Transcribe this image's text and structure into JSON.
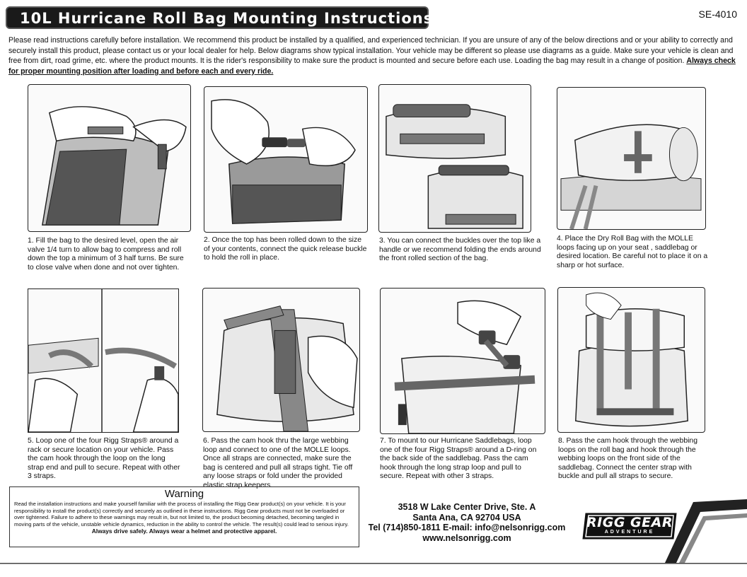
{
  "header": {
    "title": "10L Hurricane Roll Bag Mounting Instructions",
    "doc_code": "SE-4010"
  },
  "intro": {
    "text": "Please read instructions carefully before installation. We recommend this product be installed by a qualified, and experienced technician. If you are unsure of any of the below directions and or your ability to correctly and securely install this product, please contact us or your local dealer for help. Below diagrams show typical installation. Your vehicle may be different so please use diagrams as a guide. Make sure your vehicle is clean and free from dirt, road grime, etc. where the product mounts. It is the rider's responsibility to make sure the product is mounted and secure before each use. Loading the bag may result in a change of position. ",
    "emphasis": "Always check for proper mounting position after loading and before each and every ride."
  },
  "steps": [
    {
      "text": "1. Fill the bag to the desired level, open the air valve 1/4 turn to allow bag to compress and roll down the top a minimum of 3 half turns.  Be sure to close valve when done and not over tighten."
    },
    {
      "text": "2. Once the top has been rolled down to the size of your contents, connect the quick release buckle to hold the roll in place."
    },
    {
      "text": "3. You can connect the buckles over the top like a handle or we recommend folding the ends around the front rolled section of the bag."
    },
    {
      "text": "4. Place the Dry Roll Bag with the MOLLE loops facing up on your seat , saddlebag or desired location. Be careful not to place it on a sharp or hot surface."
    },
    {
      "text": "5. Loop one of the four Rigg Straps® around a rack or secure location on your vehicle. Pass the cam hook through the loop on the long strap end and pull to secure. Repeat with other 3 straps."
    },
    {
      "text": "6. Pass the cam hook thru the large webbing loop and connect to one of the MOLLE loops. Once all straps are connected, make sure the bag is centered and pull all straps tight. Tie off any loose straps or fold under the provided elastic strap keepers."
    },
    {
      "text": "7. To mount to our Hurricane Saddlebags, loop one of the four Rigg Straps® around a D-ring on the back side of the saddlebag. Pass the cam hook through the long strap loop and pull to secure. Repeat with other 3 straps."
    },
    {
      "text": "8. Pass the cam hook through the webbing loops on the roll bag and hook through the webbing loops on the front side of the saddlebag. Connect the center strap with buckle and pull all straps to secure."
    }
  ],
  "warning": {
    "title": "Warning",
    "body": "Read the installation instructions and make yourself familiar with the process of installing the Rigg Gear product(s) on your vehicle.  It is your responsibility to install the product(s) correctly and securely as outlined in these instructions.  Rigg Gear products must not be overloaded or over tightened. Failure to adhere to these warnings may result in, but not limited to, the product becoming detached, becoming tangled in moving parts of the vehicle, unstable vehicle dynamics, reduction in the ability to control the vehicle.  The result(s) could lead to serious injury.",
    "footer": "Always drive safely.  Always wear a helmet and protective apparel."
  },
  "contact": {
    "address_line1": "3518 W Lake Center Drive, Ste. A",
    "address_line2": "Santa Ana, CA 92704 USA",
    "phone_email": "Tel (714)850-1811 E-mail: info@nelsonrigg.com",
    "website": "www.nelsonrigg.com"
  },
  "brand": {
    "logo_text": "RIGG GEAR",
    "logo_subtext": "ADVENTURE",
    "colors": {
      "ink": "#111111",
      "title_bg": "#1a1a1a",
      "illustration_gray": "#9a9a9a",
      "bag_dark": "#555555"
    }
  }
}
